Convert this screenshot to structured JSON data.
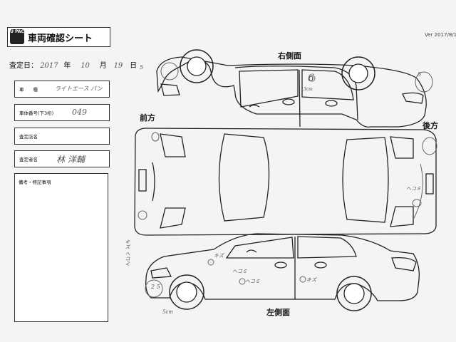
{
  "header": {
    "logo_text": "U PAC",
    "title": "車両確認シート",
    "version": "Ver 2017/8/1"
  },
  "date": {
    "label": "査定日：",
    "year_value": "2017",
    "year_unit": "年",
    "month_value": "10",
    "month_unit": "月",
    "day_value": "19",
    "day_unit": "日"
  },
  "fields": {
    "vehicle_label": "車　　種",
    "vehicle_value": "ライトエース バン",
    "body_number_label": "車体番号(下3桁)",
    "body_number_value": "049",
    "store_label": "査定店名",
    "store_value": "",
    "assessor_label": "査定者名",
    "assessor_value": "林 洋輔",
    "notes_label": "備考・特記事項"
  },
  "views": {
    "right_side": "右側面",
    "left_side": "左側面",
    "front": "前方",
    "rear": "後方"
  },
  "annotations": {
    "right_front_bumper": "5",
    "right_rear_door": "6",
    "right_door_small": "3cm",
    "right_rear_corner": "5",
    "rear_marks": "ヘコミ",
    "front_side": "キズ ヘコミ",
    "left_front_fender": "キズ",
    "left_front_door": "ヘコミ",
    "left_rear_door": "キズ",
    "left_front_bumper": "2 5",
    "left_lower": "5cm",
    "left_door_mark": "ヘコミ"
  }
}
